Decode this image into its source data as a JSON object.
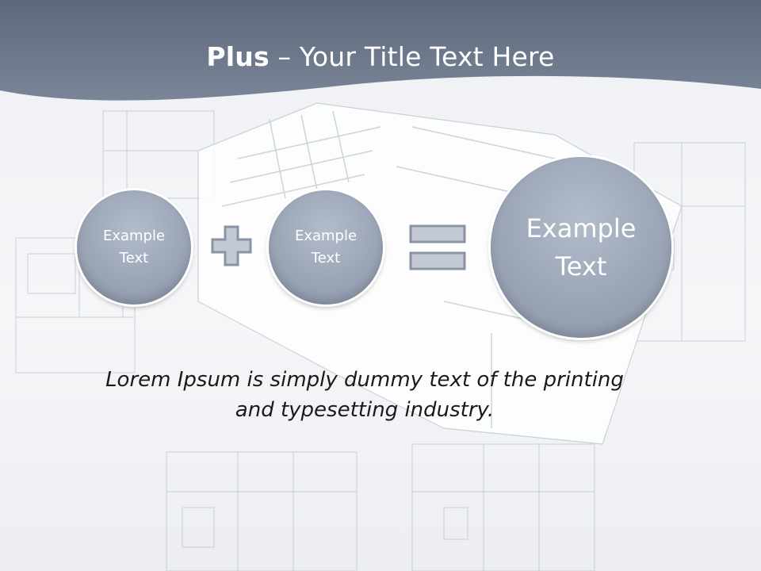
{
  "slide": {
    "title_bold": "Plus",
    "title_rest": " – Your Title Text Here",
    "circles": [
      {
        "label": "Example\nText"
      },
      {
        "label": "Example\nText"
      },
      {
        "label": "Example\nText"
      }
    ],
    "operators": [
      "plus-icon",
      "equals-icon"
    ],
    "caption_line1": "Lorem Ipsum is simply dummy text of the printing",
    "caption_line2": "and typesetting industry."
  },
  "colors": {
    "header": "#6f7a8c",
    "circle": "#9ba5b6",
    "operator": "#8a94a5"
  }
}
